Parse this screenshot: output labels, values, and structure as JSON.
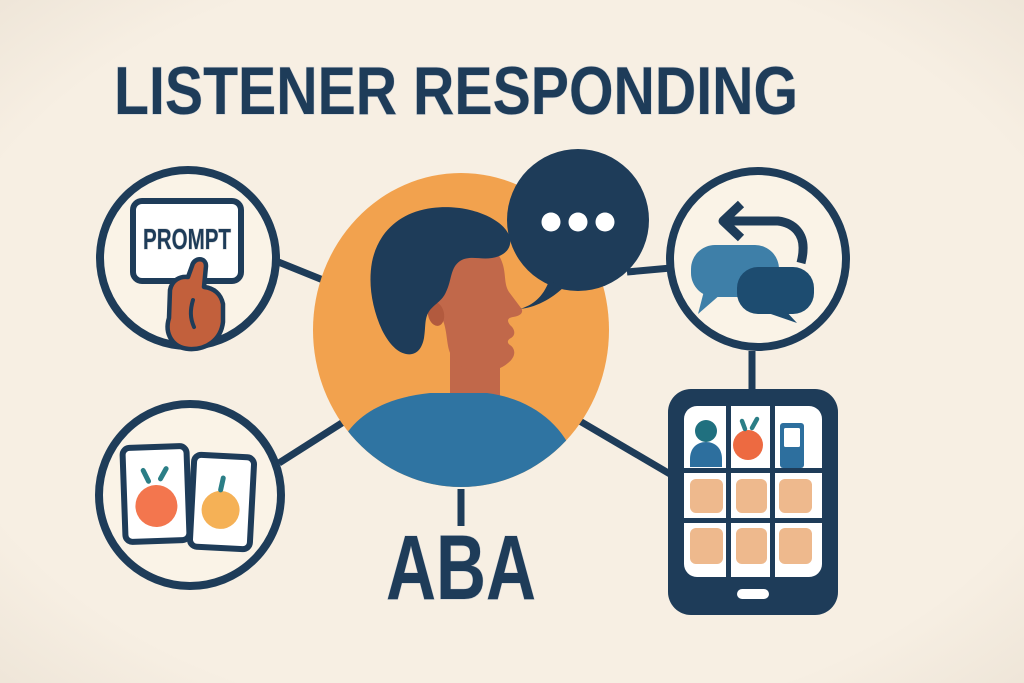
{
  "title": "LISTENER RESPONDING",
  "colors": {
    "bg": "#f7efe3",
    "navy": "#1e3c59",
    "orange": "#f2a24e",
    "skin": "#c1684a",
    "skinShadow": "#b25a3e",
    "hand": "#c2603c",
    "shirt": "#2f74a2",
    "chatLight": "#3e7fa8",
    "chatDark": "#1d4c70",
    "fruitOrange": "#f3764e",
    "fruitYellow": "#f5b156",
    "apple": "#ed6a41",
    "stem": "#2b7e86",
    "peach": "#eeb98d",
    "iconTeal": "#20707f",
    "iconBlue": "#2d6f9e",
    "cardWhite": "#ffffff",
    "circleFill": "#faf3e7"
  },
  "center": {
    "label": "ABA",
    "avatar": "person-profile-avatar",
    "speech_bubble": "typing-dots-speech-bubble"
  },
  "nodes": {
    "prompt": {
      "card_label": "PROMPT",
      "icon": "hand-holding-prompt-card-icon"
    },
    "exchange": {
      "icon": "speech-bubbles-exchange-icon"
    },
    "cards": {
      "icon": "fruit-picture-cards-icon"
    },
    "tablet": {
      "icon": "aac-tablet-grid-icon"
    }
  }
}
